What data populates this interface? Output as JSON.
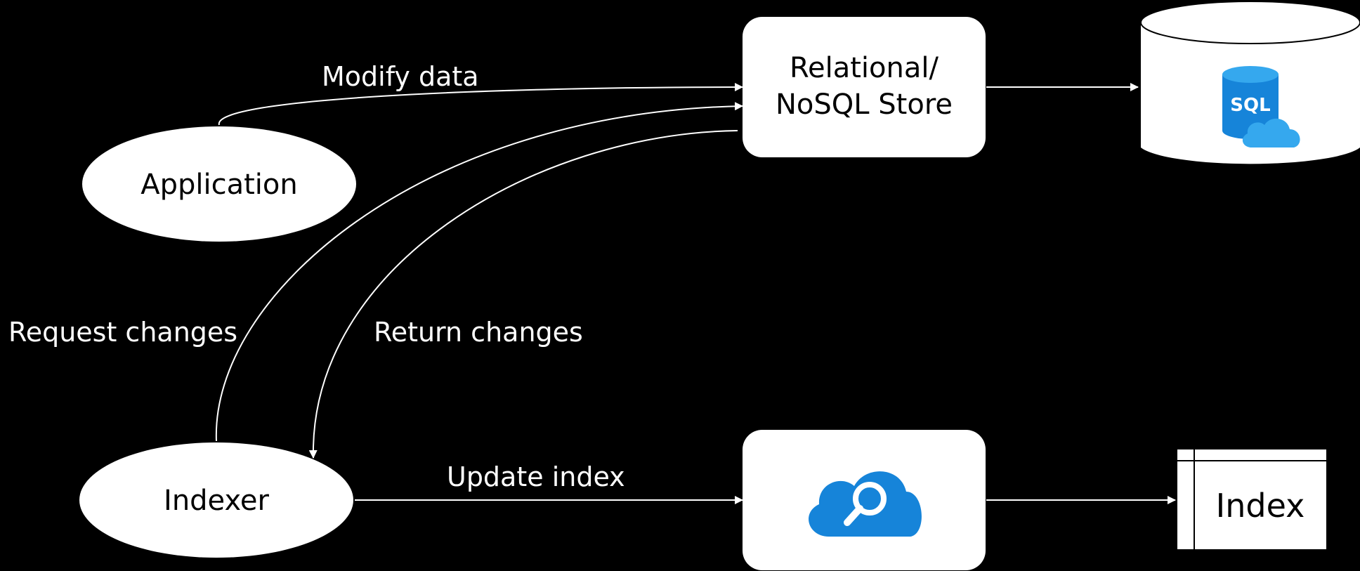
{
  "diagram": {
    "nodes": {
      "application": "Application",
      "indexer": "Indexer",
      "store_line1": "Relational/",
      "store_line2": "NoSQL Store",
      "index": "Index"
    },
    "edges": {
      "modify_data": "Modify data",
      "request_changes": "Request changes",
      "return_changes": "Return changes",
      "update_index": "Update index"
    },
    "icons": {
      "sql_icon_text": "SQL",
      "sql_icon": "sql-database-cloud-icon",
      "search_icon": "cloud-search-icon"
    },
    "colors": {
      "background": "#000000",
      "foreground": "#ffffff",
      "icon_blue": "#1684d9",
      "icon_light_blue": "#35a8ee"
    }
  }
}
